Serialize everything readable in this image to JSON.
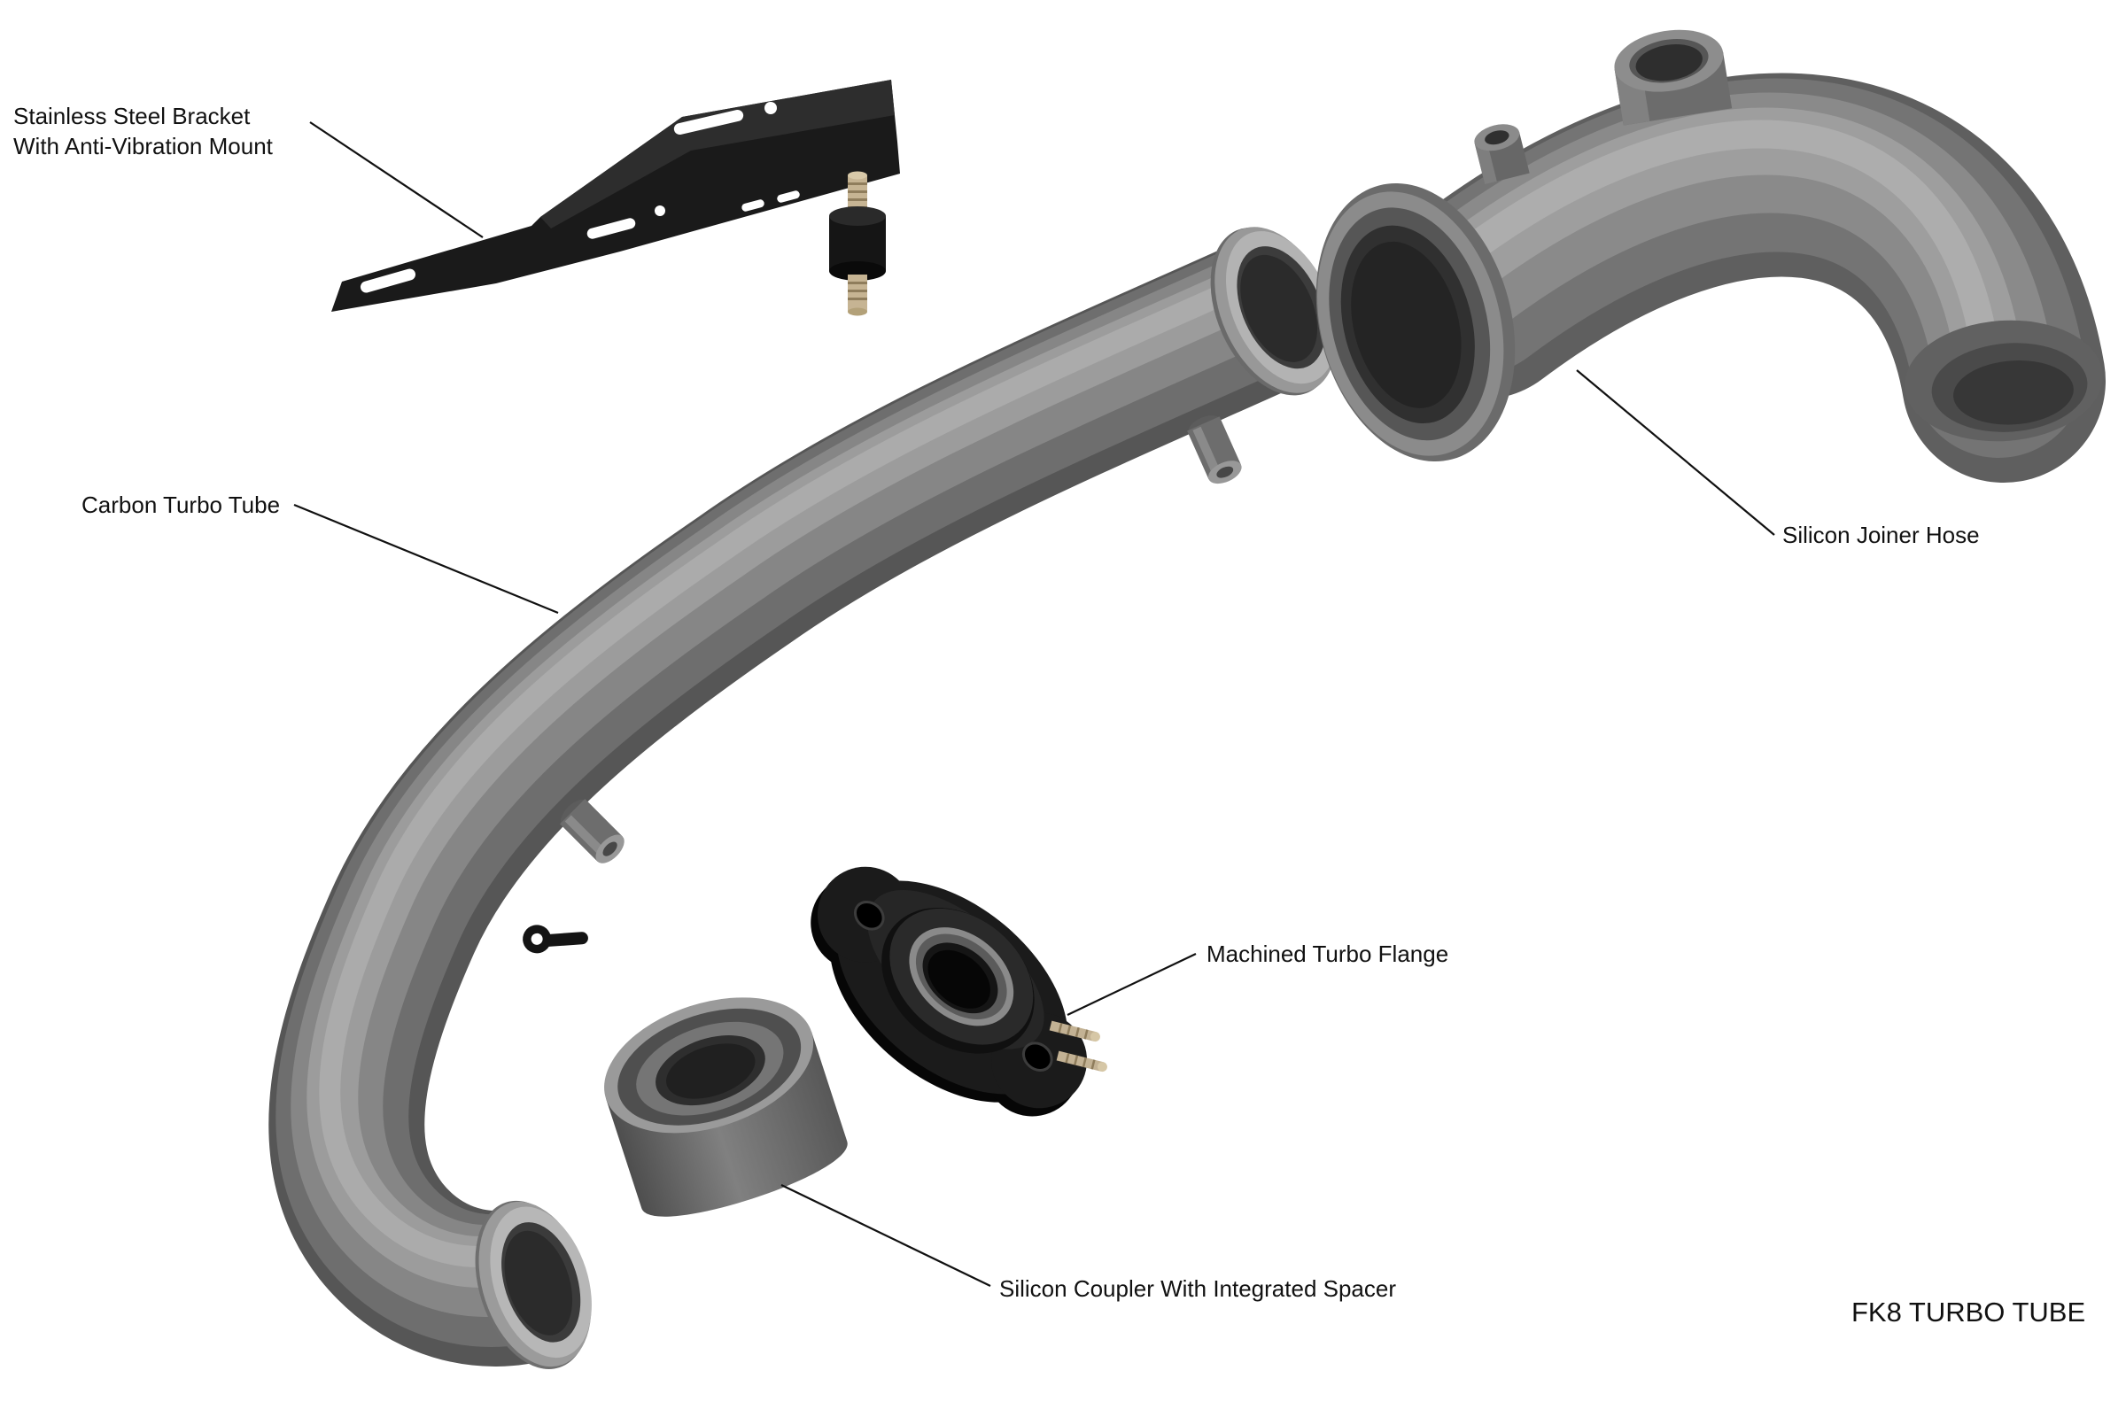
{
  "diagram": {
    "title": "FK8 TURBO TUBE",
    "parts": {
      "bracket": {
        "label_line1": "Stainless Steel Bracket",
        "label_line2": "With Anti-Vibration Mount"
      },
      "carbon_tube": {
        "label": "Carbon Turbo Tube"
      },
      "joiner_hose": {
        "label": "Silicon Joiner Hose"
      },
      "turbo_flange": {
        "label": "Machined Turbo Flange"
      },
      "coupler": {
        "label": "Silicon Coupler With Integrated Spacer"
      }
    },
    "colors": {
      "background": "#ffffff",
      "text": "#111111",
      "leader_line": "#111111",
      "tube_gray": "#6e6e6e",
      "silicone_gray": "#747474",
      "hardware_black": "#1a1a1a",
      "stud_brass": "#c6b493"
    }
  }
}
